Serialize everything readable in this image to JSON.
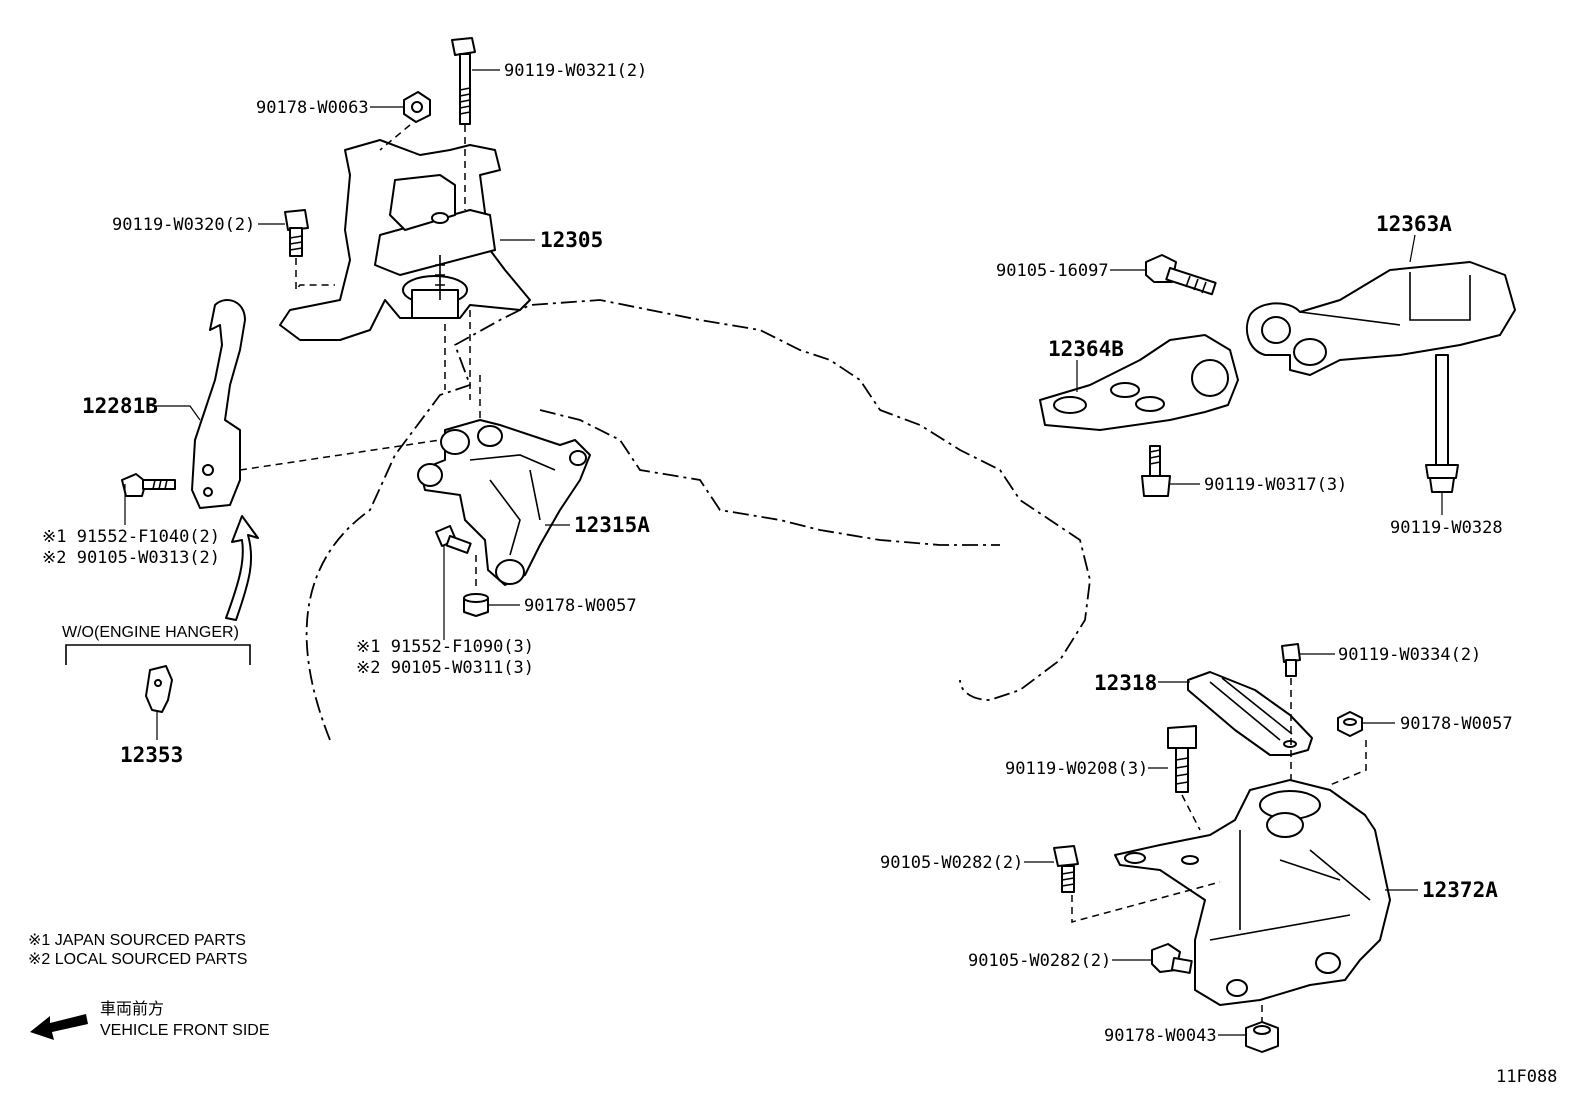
{
  "parts": {
    "p12305": "12305",
    "p12281B": "12281B",
    "p12315A": "12315A",
    "p12353": "12353",
    "p12363A": "12363A",
    "p12364B": "12364B",
    "p12318": "12318",
    "p12372A": "12372A"
  },
  "fasteners": {
    "w0321": "90119-W0321(2)",
    "w0063": "90178-W0063",
    "w0320": "90119-W0320(2)",
    "f1040": "※1 91552-F1040(2)",
    "w0313": "※2 90105-W0313(2)",
    "w0057a": "90178-W0057",
    "f1090": "※1 91552-F1090(3)",
    "w0311": "※2 90105-W0311(3)",
    "b16097": "90105-16097",
    "w0317": "90119-W0317(3)",
    "w0328": "90119-W0328",
    "w0334": "90119-W0334(2)",
    "w0057b": "90178-W0057",
    "w0208": "90119-W0208(3)",
    "w0282a": "90105-W0282(2)",
    "w0282b": "90105-W0282(2)",
    "w0043": "90178-W0043"
  },
  "variant": "W/O(ENGINE HANGER)",
  "legend": {
    "japan": "※1  JAPAN SOURCED PARTS",
    "local": "※2  LOCAL SOURCED PARTS"
  },
  "direction": {
    "jp": "車両前方",
    "en": "VEHICLE FRONT SIDE"
  },
  "figure_id": "11F088"
}
